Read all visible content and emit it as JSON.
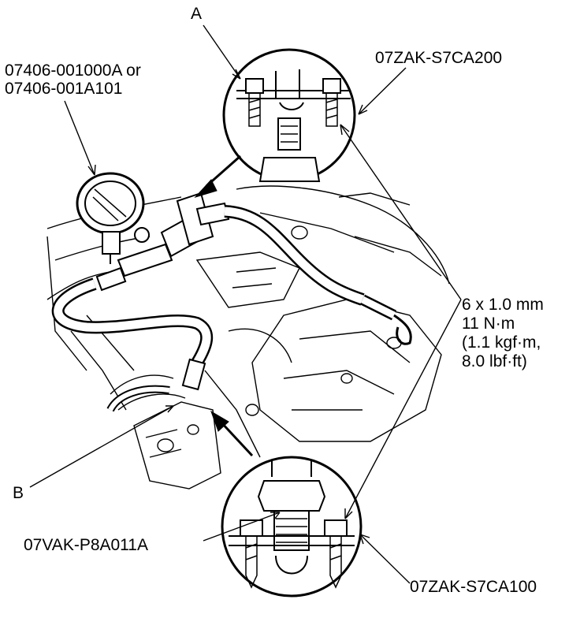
{
  "callouts": {
    "a": "A",
    "b": "B",
    "gauge_part_line1": "07406-001000A or",
    "gauge_part_line2": "07406-001A101",
    "adapter_top": "07ZAK-S7CA200",
    "adapter_bottom": "07ZAK-S7CA100",
    "fitting": "07VAK-P8A011A",
    "torque": {
      "line1": "6 x 1.0 mm",
      "line2": "11 N·m",
      "line3": "(1.1 kgf·m,",
      "line4": "8.0 lbf·ft)"
    }
  },
  "colors": {
    "ink": "#000000",
    "paper": "#ffffff"
  }
}
